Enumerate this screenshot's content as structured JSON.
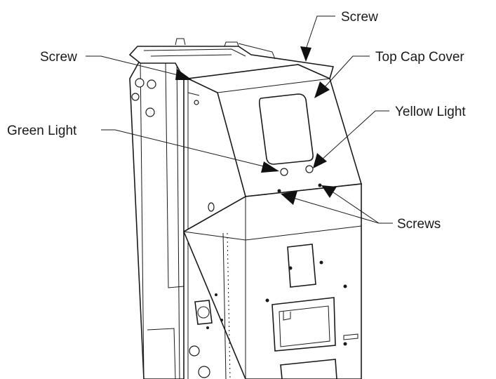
{
  "callouts": {
    "screw_top": "Screw",
    "screw_left": "Screw",
    "top_cap_cover": "Top Cap Cover",
    "yellow_light": "Yellow Light",
    "green_light": "Green Light",
    "screws": "Screws"
  }
}
